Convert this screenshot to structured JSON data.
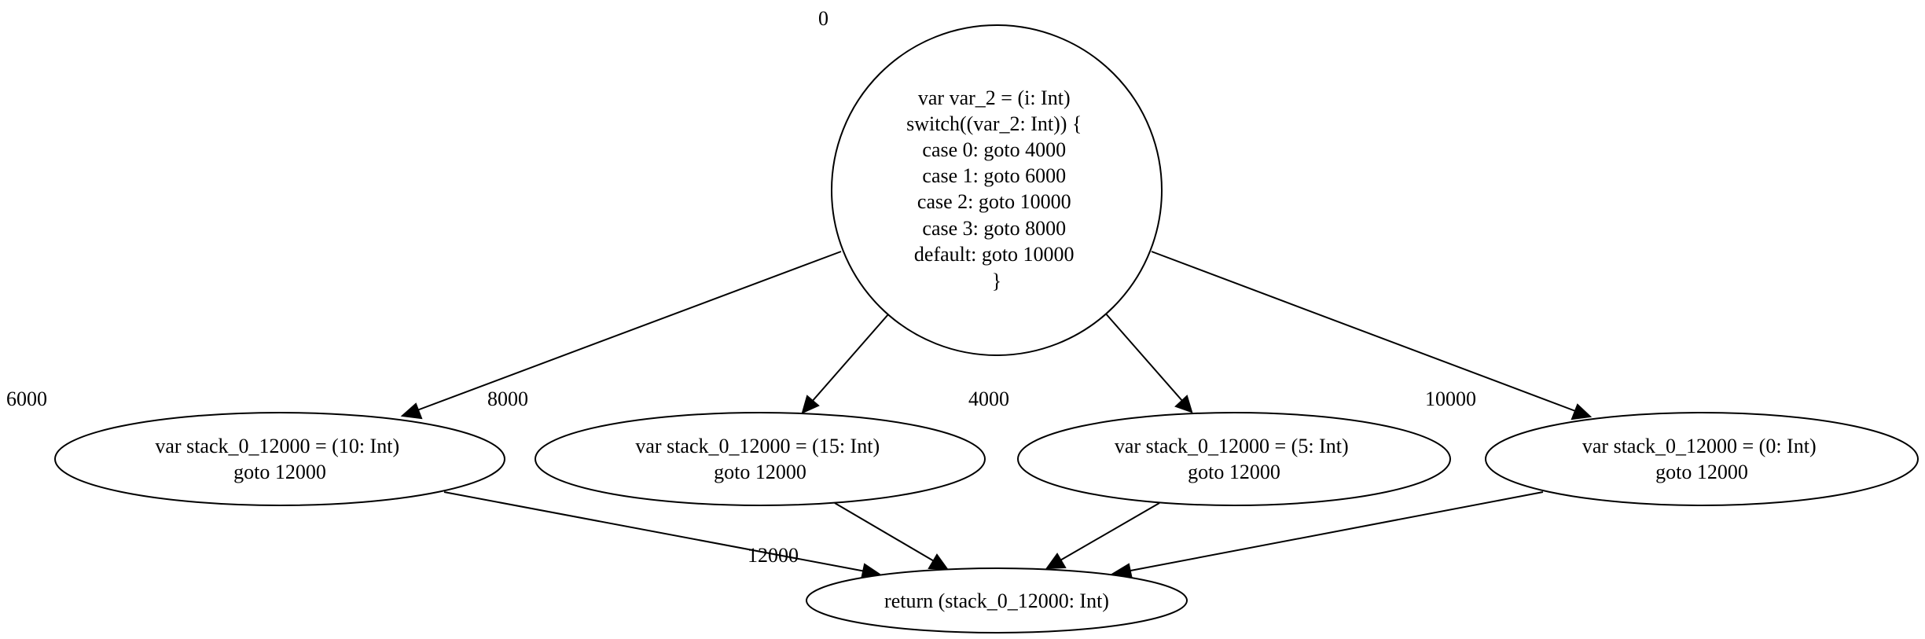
{
  "graph": {
    "nodes": {
      "entry": {
        "label": "0",
        "lines": [
          "var var_2 = (i: Int)",
          "switch((var_2: Int)) {",
          "case 0: goto 4000",
          "case 1: goto 6000",
          "case 2: goto 10000",
          "case 3: goto 8000",
          "default: goto 10000",
          "}"
        ]
      },
      "b6000": {
        "label": "6000",
        "lines": [
          "var stack_0_12000 = (10: Int)",
          "goto 12000"
        ]
      },
      "b8000": {
        "label": "8000",
        "lines": [
          "var stack_0_12000 = (15: Int)",
          "goto 12000"
        ]
      },
      "b4000": {
        "label": "4000",
        "lines": [
          "var stack_0_12000 = (5: Int)",
          "goto 12000"
        ]
      },
      "b10000": {
        "label": "10000",
        "lines": [
          "var stack_0_12000 = (0: Int)",
          "goto 12000"
        ]
      },
      "b12000": {
        "label": "12000",
        "lines": [
          "return (stack_0_12000: Int)"
        ]
      }
    },
    "edges": [
      {
        "from": "entry",
        "to": "b6000"
      },
      {
        "from": "entry",
        "to": "b8000"
      },
      {
        "from": "entry",
        "to": "b4000"
      },
      {
        "from": "entry",
        "to": "b10000"
      },
      {
        "from": "b6000",
        "to": "b12000"
      },
      {
        "from": "b8000",
        "to": "b12000"
      },
      {
        "from": "b4000",
        "to": "b12000"
      },
      {
        "from": "b10000",
        "to": "b12000"
      }
    ]
  }
}
